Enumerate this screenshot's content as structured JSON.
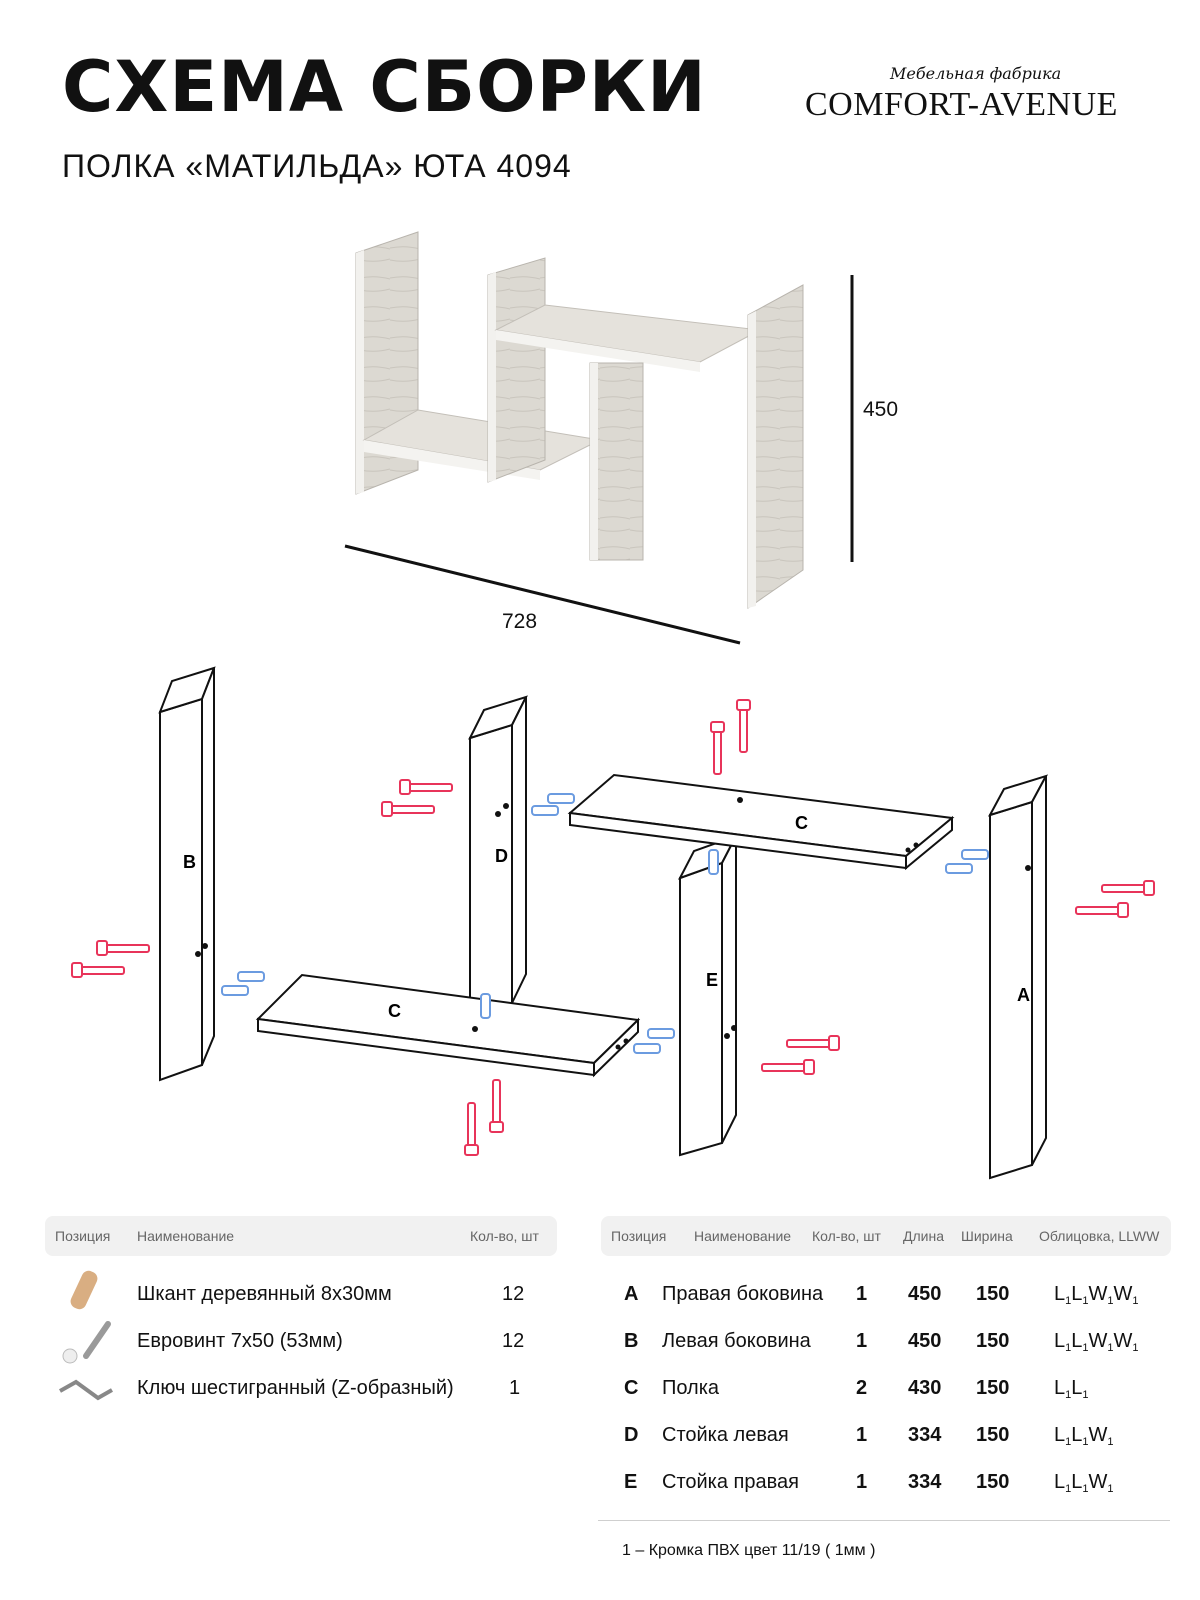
{
  "header": {
    "title": "СХЕМА СБОРКИ",
    "subtitle": "ПОЛКА «МАТИЛЬДА» ЮТА 4094",
    "brand_tagline": "Мебельная фабрика",
    "brand_name": "COMFORT-AVENUE"
  },
  "dimensions": {
    "height": "450",
    "width": "728"
  },
  "panel_labels": {
    "a": "A",
    "b": "B",
    "c1": "C",
    "c2": "C",
    "d": "D",
    "e": "E"
  },
  "colors": {
    "screw": "#e8345a",
    "dowel": "#6b9be0",
    "line": "#111111"
  },
  "hardware_table": {
    "headers": {
      "position": "Позиция",
      "name": "Наименование",
      "qty": "Кол-во, шт"
    },
    "rows": [
      {
        "icon": "wooden-dowel-icon",
        "name": "Шкант деревянный 8х30мм",
        "qty": "12"
      },
      {
        "icon": "euro-screw-icon",
        "name": "Евровинт 7х50 (53мм)",
        "qty": "12"
      },
      {
        "icon": "hex-key-icon",
        "name": "Ключ шестигранный (Z-образный)",
        "qty": "1"
      }
    ]
  },
  "parts_table": {
    "headers": {
      "position": "Позиция",
      "name": "Наименование",
      "qty": "Кол-во, шт",
      "length": "Длина",
      "width": "Ширина",
      "edging": "Облицовка, LLWW"
    },
    "rows": [
      {
        "pos": "A",
        "name": "Правая боковина",
        "qty": "1",
        "length": "450",
        "width": "150",
        "edging": "L1L1W1W1"
      },
      {
        "pos": "B",
        "name": "Левая боковина",
        "qty": "1",
        "length": "450",
        "width": "150",
        "edging": "L1L1W1W1"
      },
      {
        "pos": "C",
        "name": "Полка",
        "qty": "2",
        "length": "430",
        "width": "150",
        "edging": "L1L1"
      },
      {
        "pos": "D",
        "name": "Стойка левая",
        "qty": "1",
        "length": "334",
        "width": "150",
        "edging": "L1L1W1"
      },
      {
        "pos": "E",
        "name": "Стойка правая",
        "qty": "1",
        "length": "334",
        "width": "150",
        "edging": "L1L1W1"
      }
    ]
  },
  "footnote": "1 – Кромка ПВХ цвет 11/19 ( 1мм )"
}
